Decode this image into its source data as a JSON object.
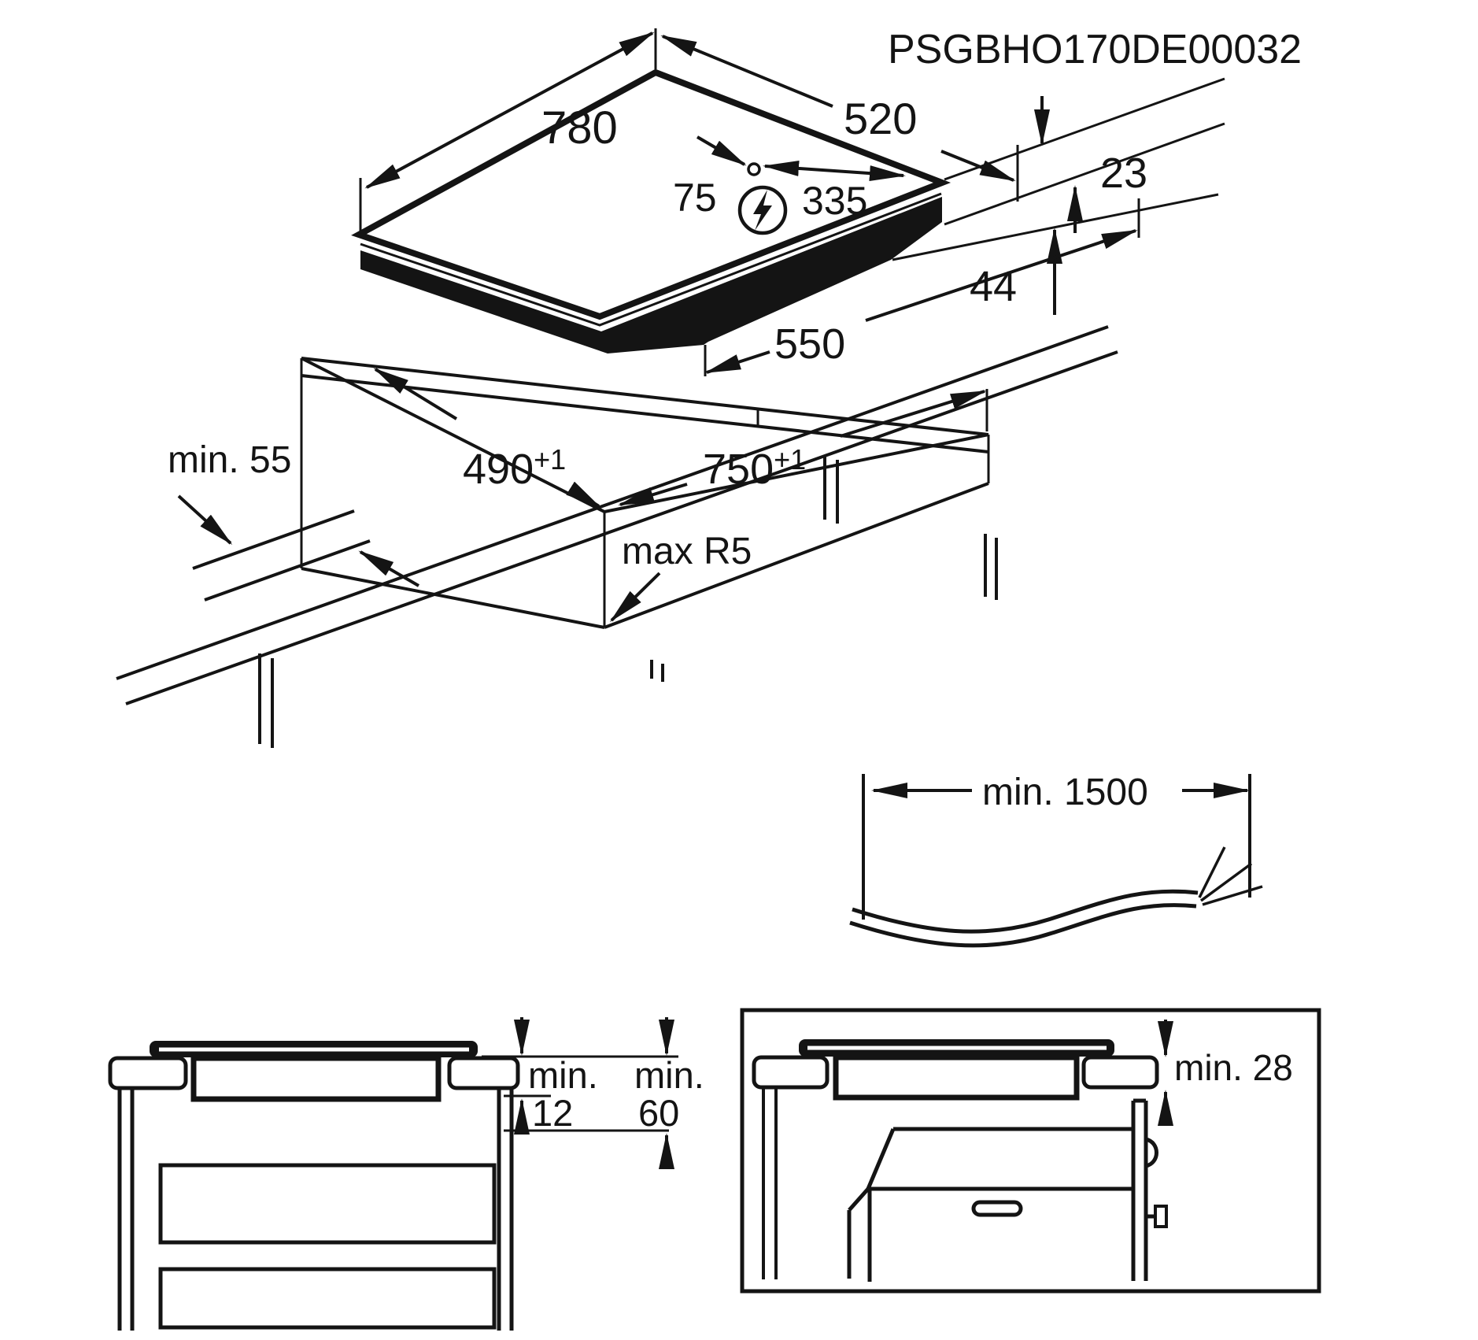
{
  "title": "PSGBHO170DE00032",
  "top_view": {
    "width": "780",
    "depth": "520",
    "cord_hole_left": "75",
    "cord_hole_right": "335",
    "height_above_worktop": "23",
    "height_below_worktop": "44",
    "base_width": "550",
    "electrical_icon": "lightning-in-circle"
  },
  "cutout_view": {
    "rear_clearance": "min. 55",
    "depth": "490",
    "depth_tolerance": "+1",
    "width": "750",
    "width_tolerance": "+1",
    "corner_radius": "max R5"
  },
  "cable_view": {
    "length": "min. 1500"
  },
  "drawer_view": {
    "min_label_1": "min.",
    "gap_to_drawer": "12",
    "min_label_2": "min.",
    "gap_to_shelf": "60"
  },
  "oven_view": {
    "worktop_thickness": "min. 28"
  },
  "colors": {
    "ink": "#141414",
    "paper": "#ffffff"
  }
}
